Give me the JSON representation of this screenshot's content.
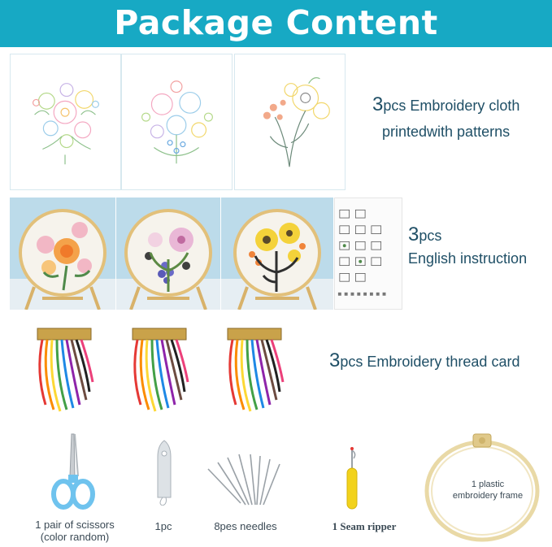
{
  "header": {
    "title": "Package Content"
  },
  "cloth": {
    "count": "3",
    "unit": "pcs",
    "desc_line1": " Embroidery cloth",
    "desc_line2": "printedwith patterns"
  },
  "instruction": {
    "count": "3",
    "unit": "pcs",
    "desc": "English instruction"
  },
  "thread": {
    "count": "3",
    "unit": "pcs",
    "desc": " Embroidery thread card"
  },
  "tools": {
    "scissors_line1": "1 pair of scissors",
    "scissors_line2": "(color random)",
    "threader": "1pc",
    "needles": "8pes needles",
    "ripper": "1 Seam ripper",
    "frame_line1": "1 plastic",
    "frame_line2": "embroidery frame"
  },
  "colors": {
    "banner": "#17a9c4",
    "text": "#1f4f66",
    "scissors": "#6fc3ee",
    "hoop": "#e9d9a6",
    "ripper": "#f2d21b"
  }
}
